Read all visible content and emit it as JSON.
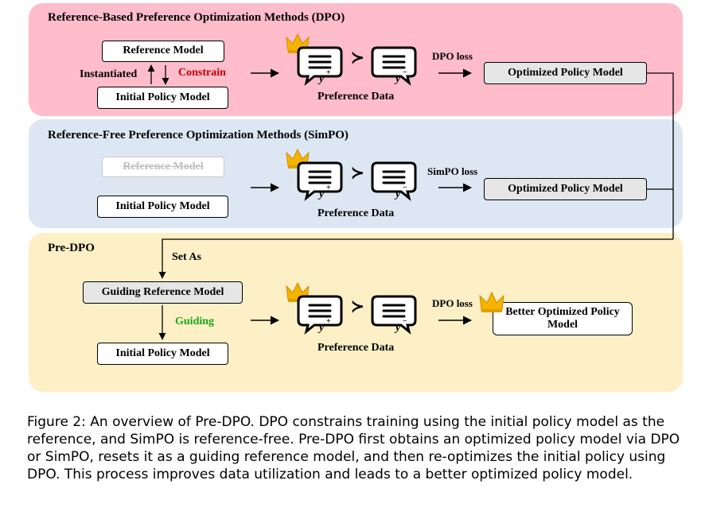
{
  "panels": {
    "dpo": {
      "title": "Reference-Based Preference Optimization Methods (DPO)",
      "reference_model": "Reference Model",
      "initial_policy": "Initial Policy Model",
      "instantiated": "Instantiated",
      "constrain": "Constrain",
      "preference_data": "Preference Data",
      "loss": "DPO loss",
      "optimized": "Optimized Policy Model"
    },
    "simpo": {
      "title": "Reference-Free Preference Optimization Methods (SimPO)",
      "reference_model": "Reference Model",
      "initial_policy": "Initial Policy Model",
      "preference_data": "Preference Data",
      "loss": "SimPO loss",
      "optimized": "Optimized Policy Model"
    },
    "pre_dpo": {
      "title": "Pre-DPO",
      "set_as": "Set As",
      "guiding_reference": "Guiding Reference Model",
      "guiding": "Guiding",
      "initial_policy": "Initial Policy Model",
      "preference_data": "Preference Data",
      "loss": "DPO loss",
      "better_optimized": "Better Optimized Policy Model"
    }
  },
  "preference": {
    "y_plus": "y",
    "plus": "+",
    "y_minus": "y",
    "minus": "−",
    "gt": "≻"
  },
  "caption": "Figure 2: An overview of Pre-DPO. DPO constrains training using the initial policy model as the reference, and SimPO is reference-free. Pre-DPO first obtains an optimized policy model via DPO or SimPO, resets it as a guiding reference model, and then re-optimizes the initial policy using DPO. This process improves data utilization and leads to a better optimized policy model.",
  "colors": {
    "dpo_bg": "#ffbccb",
    "simpo_bg": "#dce7f3",
    "pre_bg": "#fdf0c6",
    "constrain": "#c00000",
    "guiding": "#1aa51a",
    "crown": "#f5b300"
  },
  "icons": [
    "crown-icon",
    "chat-bubble-icon"
  ]
}
